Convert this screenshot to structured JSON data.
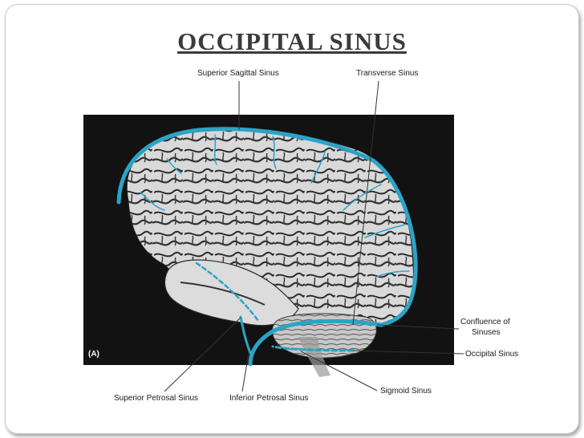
{
  "slide": {
    "title": "OCCIPITAL SINUS"
  },
  "figure": {
    "panel_letter": "(A)",
    "labels": {
      "superior_sagittal_sinus": "Superior Sagittal Sinus",
      "transverse_sinus": "Transverse Sinus",
      "confluence_line1": "Confluence of",
      "confluence_line2": "Sinuses",
      "occipital_sinus": "Occipital Sinus",
      "sigmoid_sinus": "Sigmoid Sinus",
      "superior_petrosal_sinus": "Superior Petrosal Sinus",
      "inferior_petrosal_sinus": "Inferior Petrosal Sinus"
    },
    "colors": {
      "sinus_blue": "#2aa4c6",
      "brain_gray": "#d4d4d4",
      "background_black": "#121212"
    }
  }
}
